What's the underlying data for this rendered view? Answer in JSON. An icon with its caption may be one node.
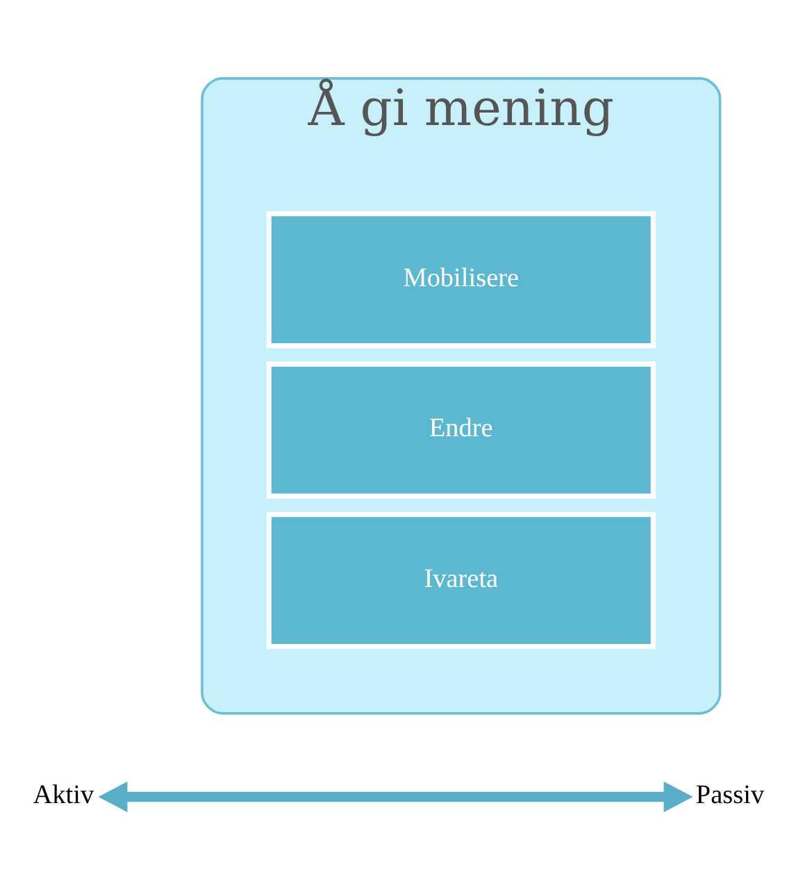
{
  "diagram": {
    "nodes": [
      {
        "text": [
          "Å gi mening"
        ]
      },
      {
        "text": [
          "Mobilisere"
        ],
        "in": 0
      },
      {
        "text": [
          "Endre"
        ],
        "in": 0
      },
      {
        "text": [
          "Ivareta"
        ],
        "in": 0
      },
      {
        "text": [
          "Aktiv"
        ]
      },
      {
        "text": [
          "Passiv"
        ]
      }
    ],
    "edges": [
      {
        "from": 4,
        "to": 5,
        "arrow": "both",
        "color": "#5aaec8"
      }
    ]
  }
}
